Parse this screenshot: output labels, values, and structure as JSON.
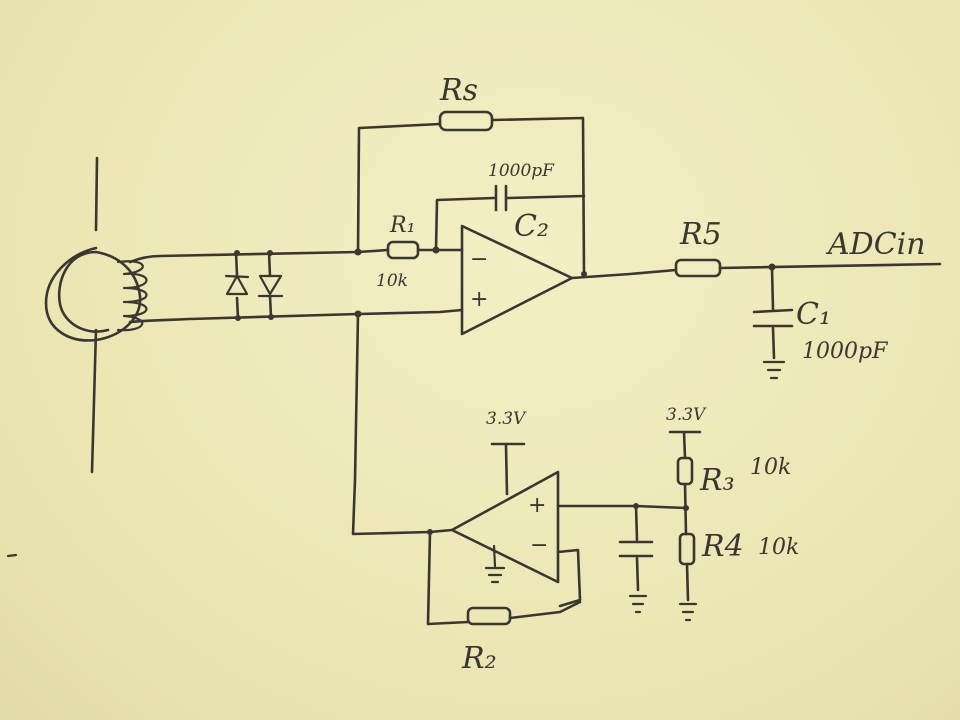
{
  "labels": {
    "rs": "Rs",
    "c2_value": "1000pF",
    "r1": "R₁",
    "c2": "C₂",
    "r1_value": "10k",
    "r5": "R5",
    "adc_in": "ADCin",
    "c1": "C₁",
    "c1_value": "1000pF",
    "vcc_opamp": "3.3V",
    "vcc_divider": "3.3V",
    "r3": "R₃",
    "r3_value": "10k",
    "r4": "R4",
    "r4_value": "10k",
    "r2": "R₂"
  },
  "opamp_signs": {
    "u1_inv": "−",
    "u1_noninv": "+",
    "u2_noninv": "+",
    "u2_inv": "−"
  }
}
